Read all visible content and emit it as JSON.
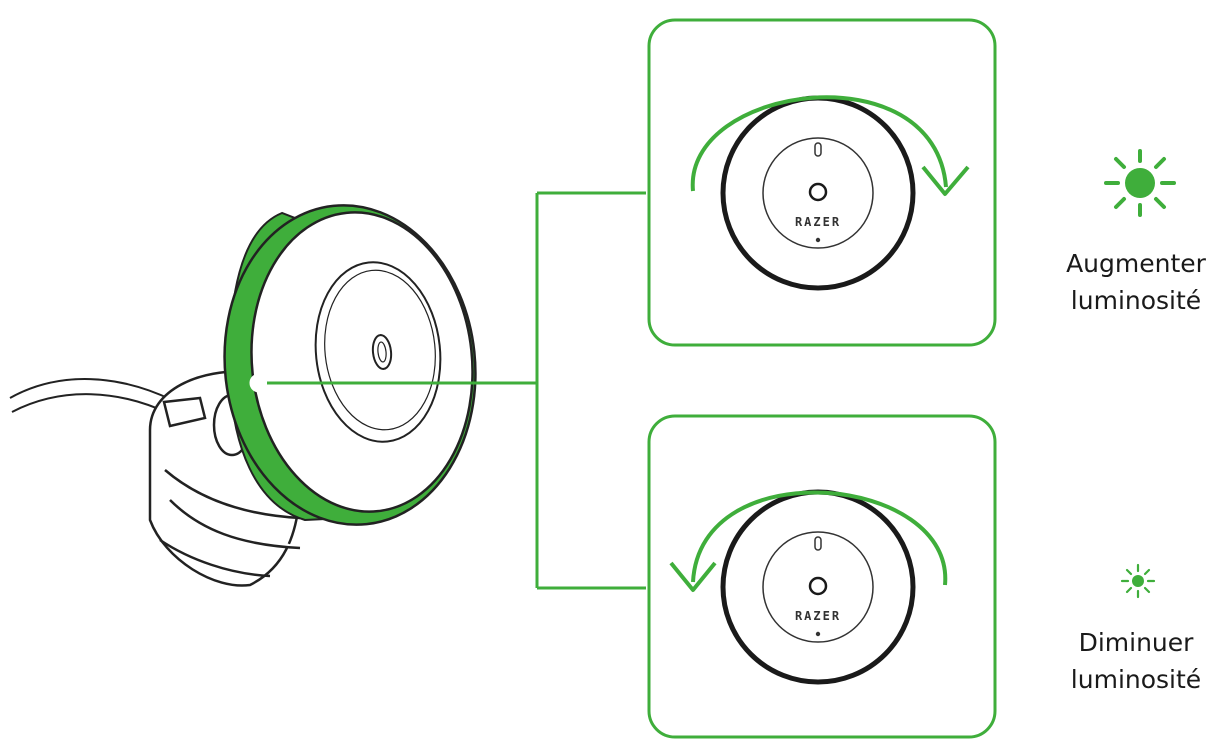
{
  "colors": {
    "accent_green": "#3fae3b",
    "line_dark": "#1a1a1a",
    "background": "#ffffff"
  },
  "device": {
    "brand_label": "RAZER"
  },
  "actions": [
    {
      "id": "increase",
      "direction": "clockwise",
      "brightness": "high",
      "icon": "sun-icon-large",
      "label_line1": "Augmenter",
      "label_line2": "luminosité"
    },
    {
      "id": "decrease",
      "direction": "counterclockwise",
      "brightness": "low",
      "icon": "sun-icon-small",
      "label_line1": "Diminuer",
      "label_line2": "luminosité"
    }
  ]
}
